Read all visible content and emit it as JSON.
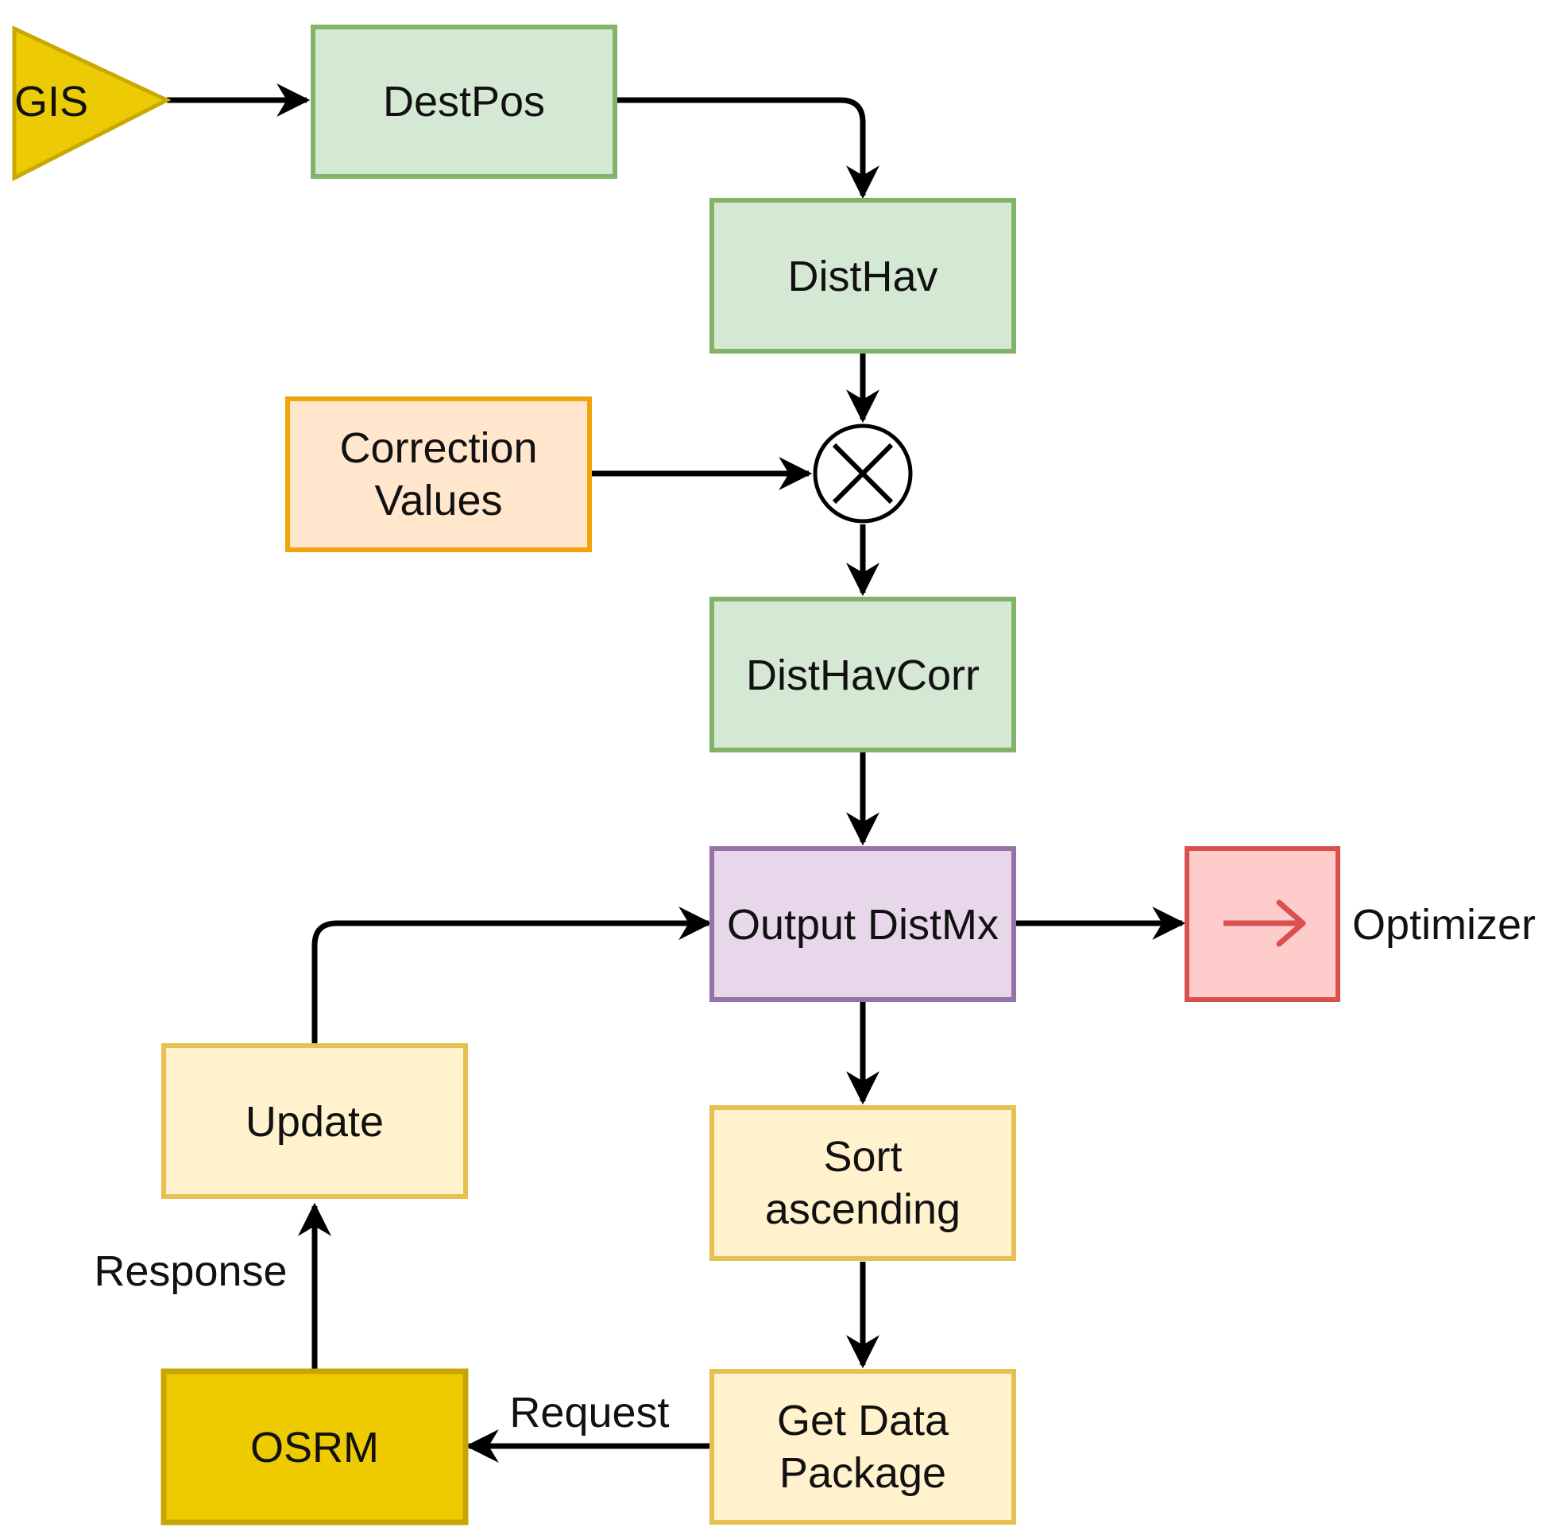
{
  "colors": {
    "process_fill": "#d5e8d4",
    "process_stroke": "#82b366",
    "correction_fill": "#ffe6cc",
    "correction_stroke": "#f0a30a",
    "output_fill": "#e8d7ea",
    "output_stroke": "#9673a6",
    "osrm_step_fill": "#fff2cc",
    "osrm_step_stroke": "#e6c050",
    "osrm_fill": "#eecb00",
    "osrm_stroke": "#c8a600",
    "gis_fill": "#eccb05",
    "gis_stroke": "#c9a800",
    "optimizer_fill": "#ffcccc",
    "optimizer_stroke": "#d9504e",
    "edge": "#000000"
  },
  "nodes": {
    "gis": {
      "label": "GIS"
    },
    "destpos": {
      "label": "DestPos"
    },
    "disthav": {
      "label": "DistHav"
    },
    "correction": {
      "line1": "Correction",
      "line2": "Values"
    },
    "multiply": {
      "symbol": "multiply-operator"
    },
    "disthavcorr": {
      "label": "DistHavCorr"
    },
    "output": {
      "label": "Output DistMx"
    },
    "optimizer": {
      "label": "Optimizer",
      "icon": "arrow-right-icon"
    },
    "update": {
      "label": "Update"
    },
    "sort": {
      "line1": "Sort",
      "line2": "ascending"
    },
    "getdata": {
      "line1": "Get Data",
      "line2": "Package"
    },
    "osrm": {
      "label": "OSRM"
    }
  },
  "edges": {
    "response": {
      "label": "Response"
    },
    "request": {
      "label": "Request"
    }
  }
}
